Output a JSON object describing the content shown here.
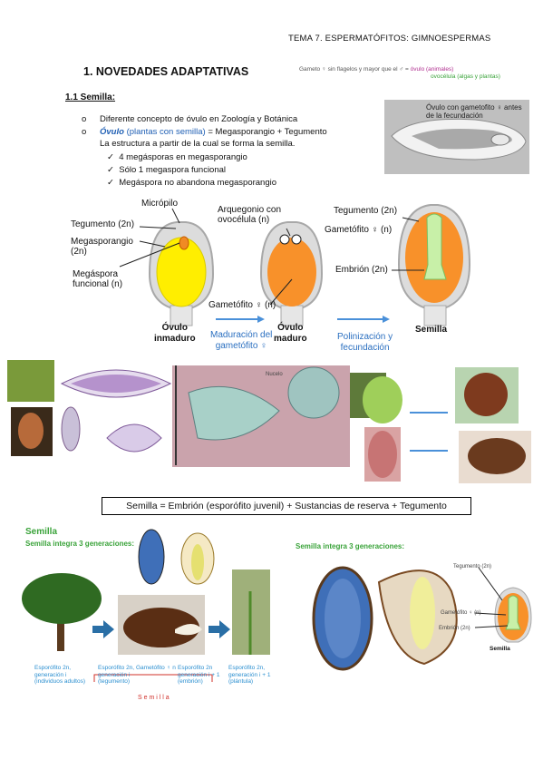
{
  "header": "TEMA 7. ESPERMATÓFITOS: GIMNOESPERMAS",
  "section": {
    "title": "1.  NOVEDADES ADAPTATIVAS",
    "subtitle": "1.1 Semilla:"
  },
  "gamete_note": {
    "prefix": "Gameto ♀ sin flagelos y mayor que el ♂ = ",
    "line1": "óvulo (animales)",
    "line2": "ovocélula (algas y plantas)"
  },
  "bullets": {
    "b1": "Diferente concepto de óvulo en Zoología y Botánica",
    "b2_ovulo": "Óvulo",
    "b2_paren": "(plantas con semilla)",
    "b2_rest": "= Megasporangio + Tegumento",
    "b2_line2": "La estructura a partir de la cual se forma la semilla.",
    "checks": [
      "4 megásporas en megasporangio",
      "Sólo 1 megaspora funcional",
      "Megáspora no abandona megasporangio"
    ]
  },
  "photo_caption": "Óvulo con gametofito ♀ antes de la fecundación",
  "diagram": {
    "micropilo": "Micrópilo",
    "tegumento": "Tegumento (2n)",
    "megasporangio": "Megasporangio\n(2n)",
    "megaspora": "Megáspora\nfuncional (n)",
    "arquegonio": "Arquegonio con\novocélula (n)",
    "gametofito": "Gametófito ♀ (n)",
    "tegumento2": "Tegumento (2n)",
    "gametofito2": "Gametófito ♀ (n)",
    "embrion": "Embrión (2n)",
    "stage1": "Óvulo\ninmaduro",
    "stage2": "Óvulo\nmaduro",
    "stage3": "Semilla",
    "arrow1": "Maduración del\ngametófito ♀",
    "arrow2": "Polinización y\nfecundación"
  },
  "definition": "Semilla = Embrión (esporófito juvenil) + Sustancias de reserva + Tegumento",
  "bottom": {
    "title": "Semilla",
    "integra1": "Semilla integra 3 generaciones:",
    "integra2": "Semilla integra 3 generaciones:",
    "cap1": "Esporófito 2n,\ngeneración i\n(individuos adultos)",
    "cap2": "Esporófito 2n,\ngeneración i\n(tegumento)",
    "cap3": "Gametófito ♀ n",
    "cap4": "Esporófito 2n\ngeneración i + 1\n(embrión)",
    "cap5": "Esporófito 2n,\ngeneración i + 1\n(plántula)",
    "semilla_word": "S e m i l l a",
    "teg": "Tegumento (2n)",
    "gam": "Gametófito ♀ (n)",
    "emb": "Embrión (2n)",
    "semilla2": "Semilla"
  }
}
